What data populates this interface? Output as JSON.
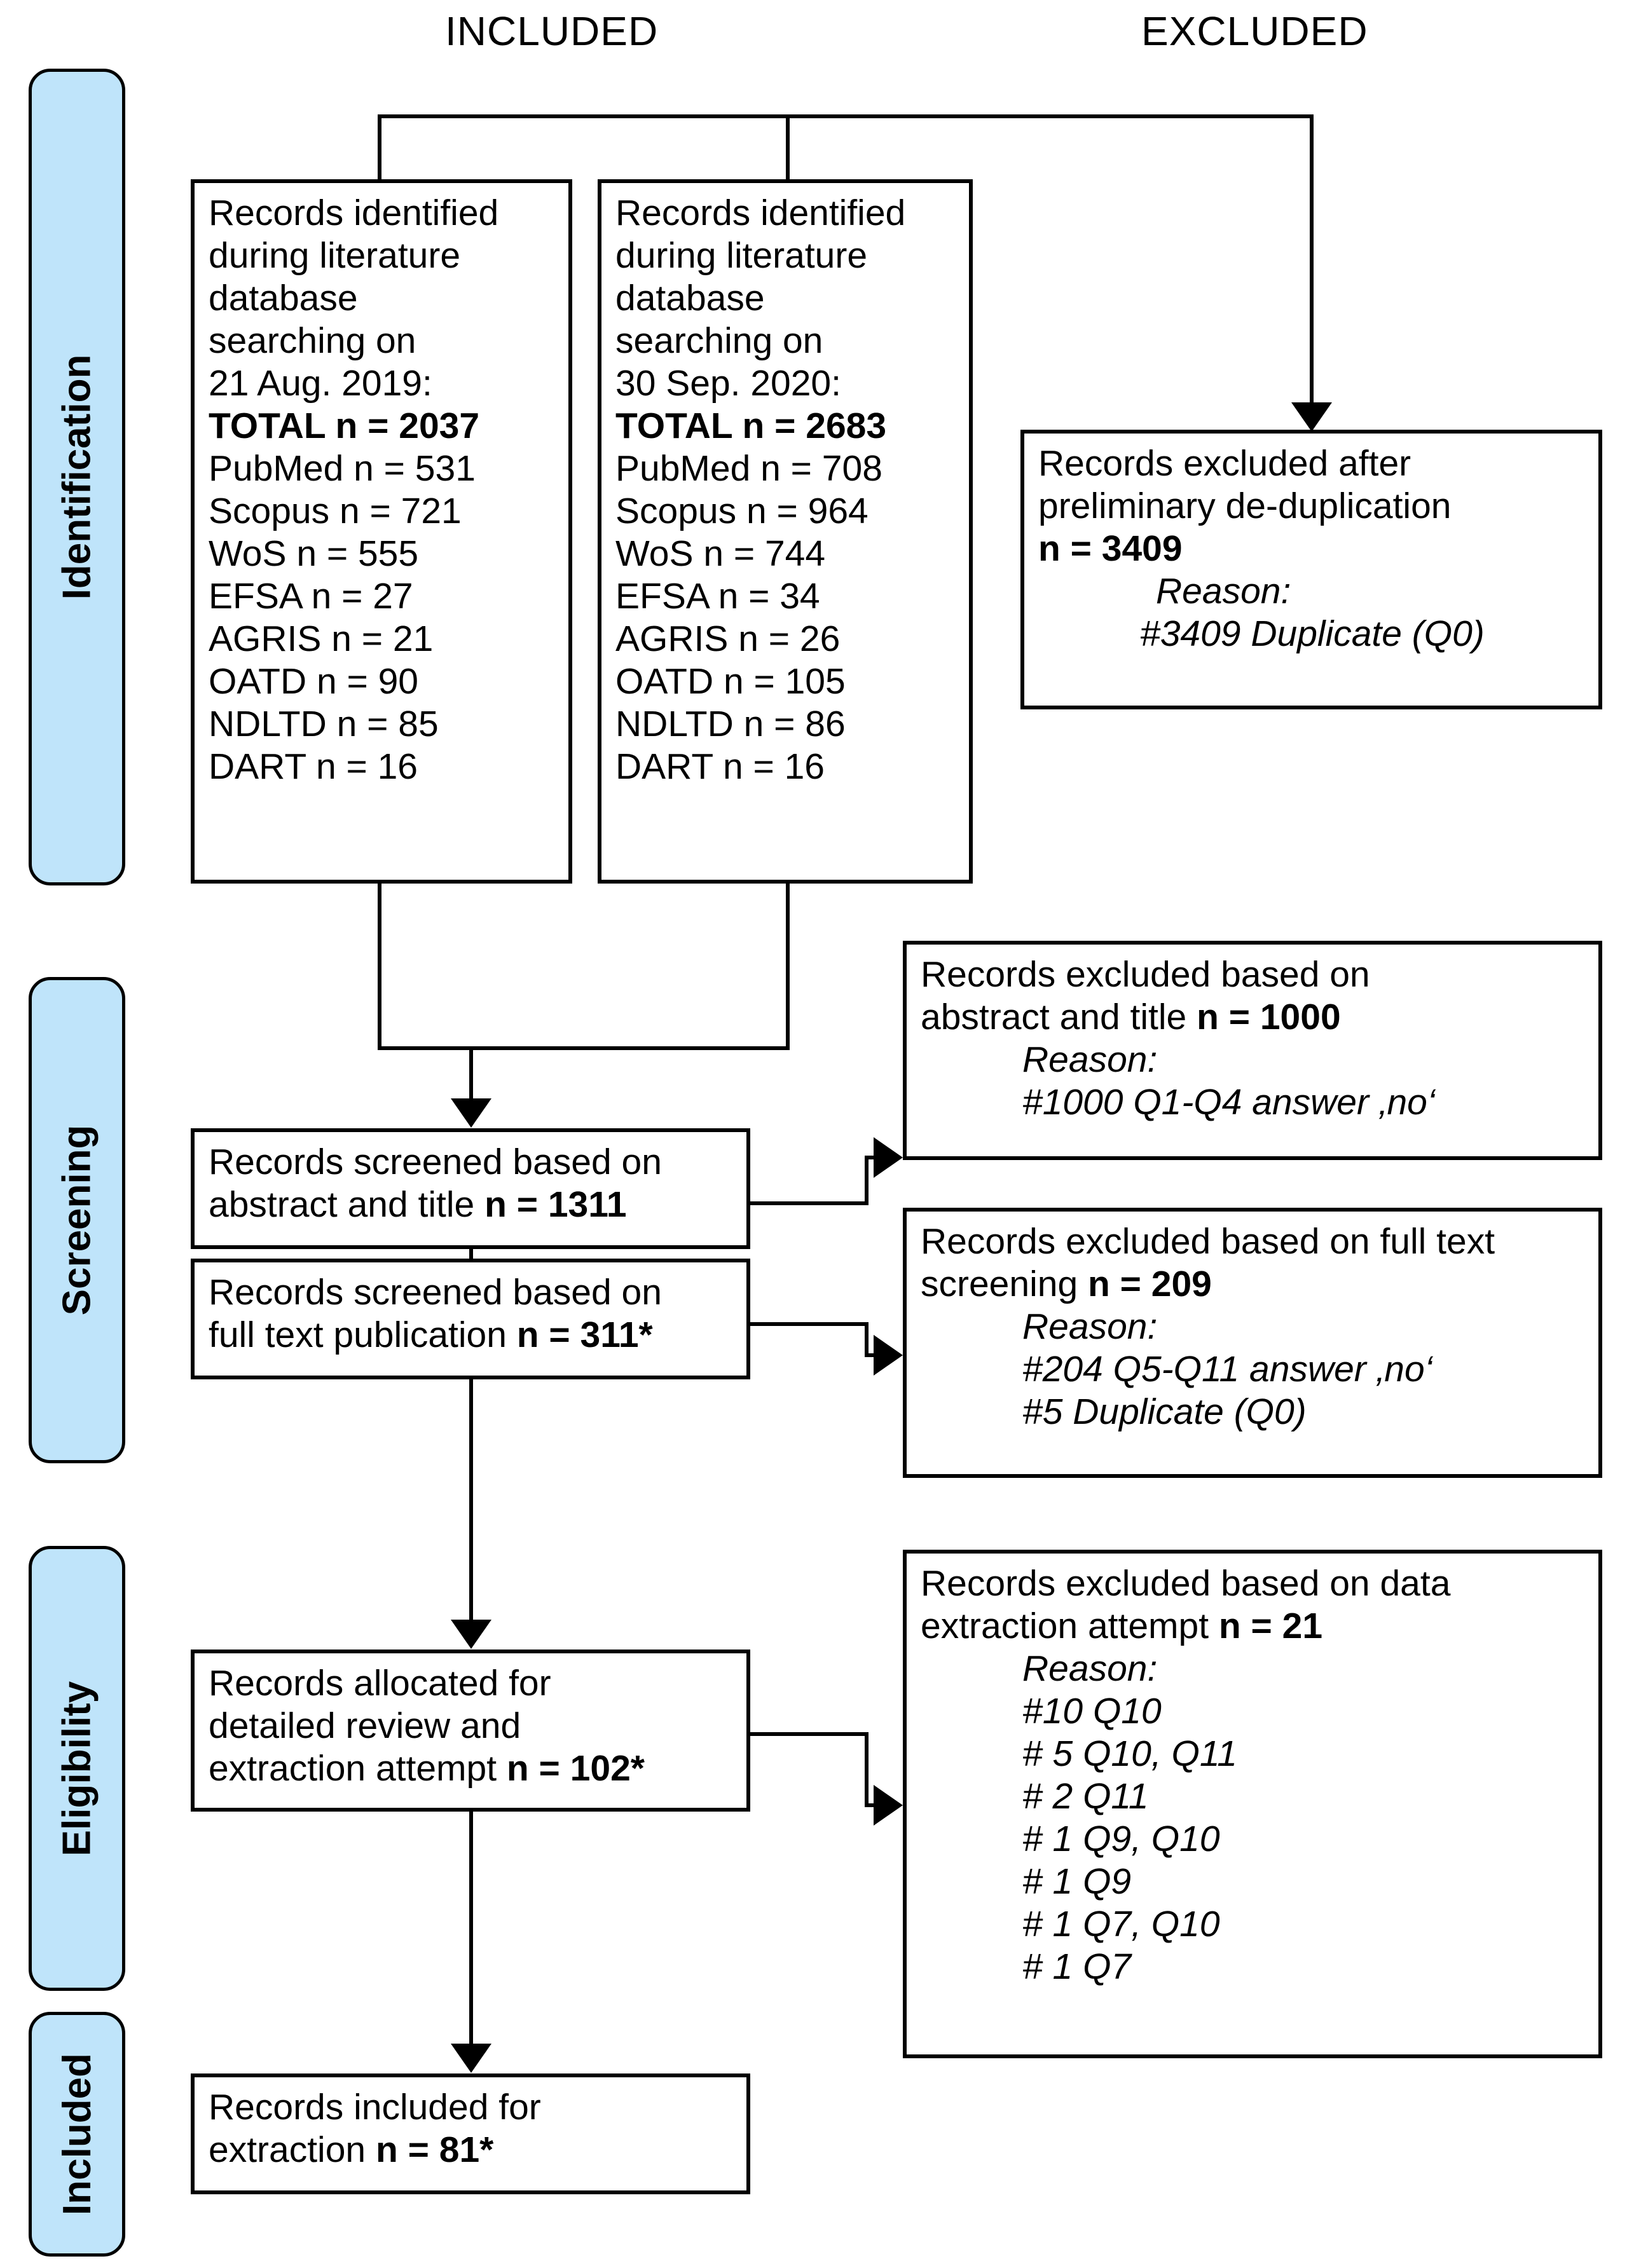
{
  "headers": {
    "included": "INCLUDED",
    "excluded": "EXCLUDED"
  },
  "stages": [
    {
      "id": "identification",
      "label": "Identification"
    },
    {
      "id": "screening",
      "label": "Screening"
    },
    {
      "id": "eligibility",
      "label": "Eligibility"
    },
    {
      "id": "included",
      "label": "Included"
    }
  ],
  "boxes": {
    "identification_2019": {
      "lines": [
        "Records identified",
        "during literature",
        "database",
        "searching on",
        "21 Aug. 2019:",
        "TOTAL n = 2037",
        "PubMed n = 531",
        "Scopus n = 721",
        "WoS n = 555",
        "EFSA n = 27",
        "AGRIS n = 21",
        "OATD n = 90",
        "NDLTD n = 85",
        "DART n = 16"
      ],
      "bold_line_index": 5
    },
    "identification_2020": {
      "lines": [
        "Records identified",
        "during literature",
        "database",
        "searching on",
        "30 Sep. 2020:",
        "TOTAL n = 2683",
        "PubMed n = 708",
        "Scopus n = 964",
        "WoS n = 744",
        "EFSA n = 34",
        "AGRIS n = 26",
        "OATD n = 105",
        "NDLTD n = 86",
        "DART n = 16"
      ],
      "bold_line_index": 5
    },
    "excluded_dedup": {
      "line1": "Records excluded after",
      "line2": "preliminary de-duplication",
      "line3": "n = 3409",
      "reason_label": "Reason:",
      "reasons": [
        "#3409 Duplicate (Q0)"
      ]
    },
    "screened_abstract": {
      "line1": "Records screened based on",
      "line2_text": "abstract and title ",
      "line2_bold": "n = 1311"
    },
    "excluded_abstract": {
      "line1": "Records excluded based on",
      "line2_text": "abstract and title ",
      "line2_bold": "n = 1000",
      "reason_label": "Reason:",
      "reasons": [
        "#1000 Q1-Q4 answer ‚no‘"
      ]
    },
    "screened_fulltext": {
      "line1": "Records screened based on",
      "line2_text": "full text publication ",
      "line2_bold": "n = 311*"
    },
    "excluded_fulltext": {
      "line1": "Records excluded based on full text",
      "line2_text": "screening ",
      "line2_bold": "n = 209",
      "reason_label": "Reason:",
      "reasons": [
        "#204 Q5-Q11 answer ‚no‘",
        "#5 Duplicate (Q0)"
      ]
    },
    "allocated_review": {
      "line1": "Records allocated for",
      "line2": "detailed review and",
      "line3_text": "extraction attempt ",
      "line3_bold": "n = 102*"
    },
    "excluded_extraction": {
      "line1": "Records excluded based on data",
      "line2_text": "extraction attempt ",
      "line2_bold": "n = 21",
      "reason_label": "Reason:",
      "reasons": [
        "#10 Q10",
        "# 5 Q10, Q11",
        "# 2 Q11",
        "# 1 Q9, Q10",
        "# 1 Q9",
        "# 1 Q7, Q10",
        "# 1 Q7"
      ]
    },
    "included_extraction": {
      "line1": "Records included for",
      "line2_text": "extraction ",
      "line2_bold": "n = 81*"
    }
  },
  "colors": {
    "stage_pill_fill": "#bfe4fa",
    "stroke": "#000000",
    "background": "#ffffff"
  }
}
